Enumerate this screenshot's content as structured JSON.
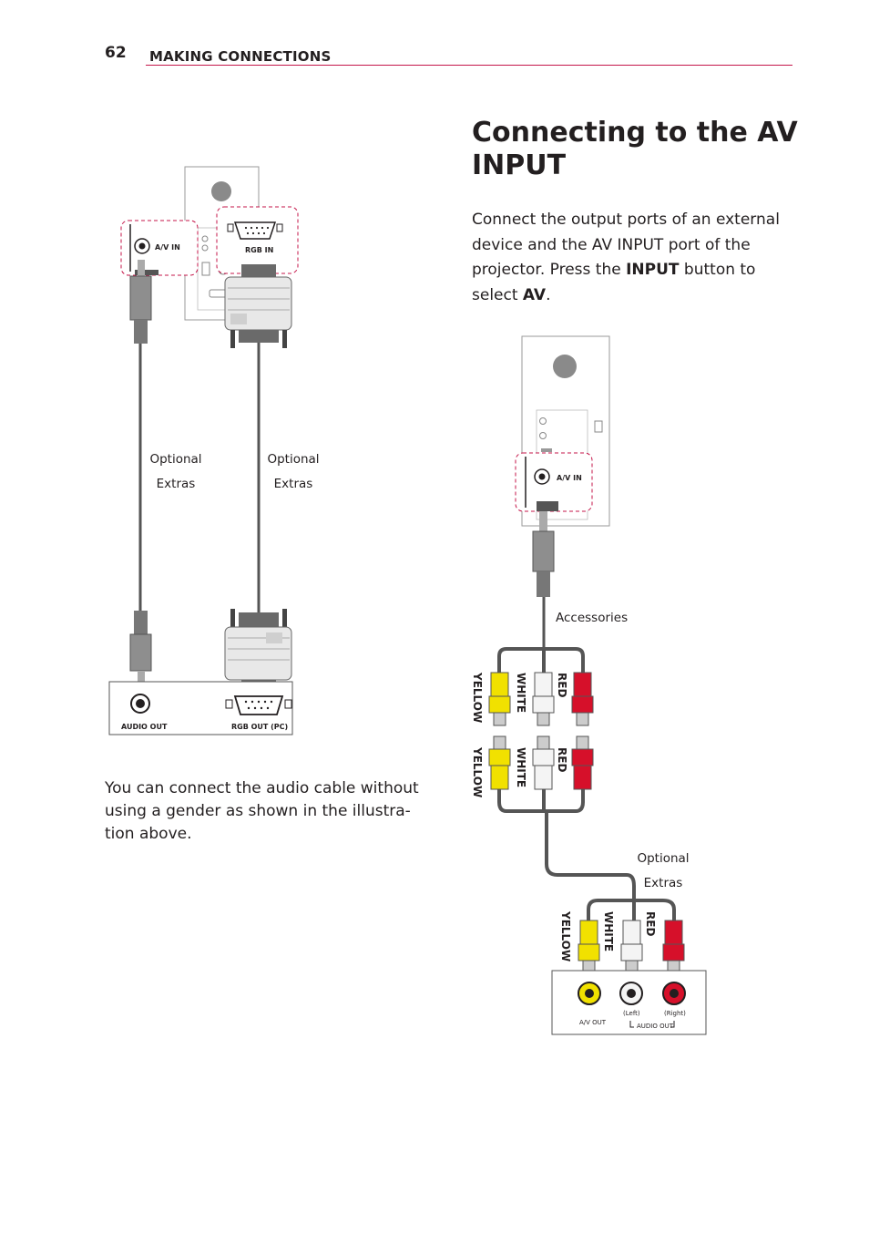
{
  "header": {
    "page_number": "62",
    "section_title": "MAKING CONNECTIONS"
  },
  "main": {
    "heading": "Connecting to the AV INPUT",
    "intro": {
      "part1": "Connect the output ports of an external device and the AV INPUT port of the projector. Press the ",
      "input_label": "INPUT",
      "part2": " button to select ",
      "av_label": "AV",
      "part3": "."
    },
    "note": "You can connect the audio cable without using a gender as shown in the illustra-tion above."
  },
  "figure_left": {
    "port_av_in": "A/V IN",
    "port_rgb_in": "RGB IN",
    "optional_1": "Optional",
    "extras_1": "Extras",
    "optional_2": "Optional",
    "extras_2": "Extras",
    "audio_out": "AUDIO OUT",
    "rgb_out_pc": "RGB OUT (PC)"
  },
  "figure_right": {
    "port_av_in": "A/V IN",
    "accessories": "Accessories",
    "connector_labels": [
      "YELLOW",
      "WHITE",
      "RED"
    ],
    "optional": "Optional",
    "extras": "Extras",
    "av_out": "A/V OUT",
    "left": "(Left)",
    "right": "(Right)",
    "audio_out": "AUDIO OUT"
  },
  "colors": {
    "accent": "#c5164a",
    "yellow": "#f1e100",
    "red": "#d6102a",
    "white_plug": "#f4f4f4",
    "cable": "#555555"
  }
}
